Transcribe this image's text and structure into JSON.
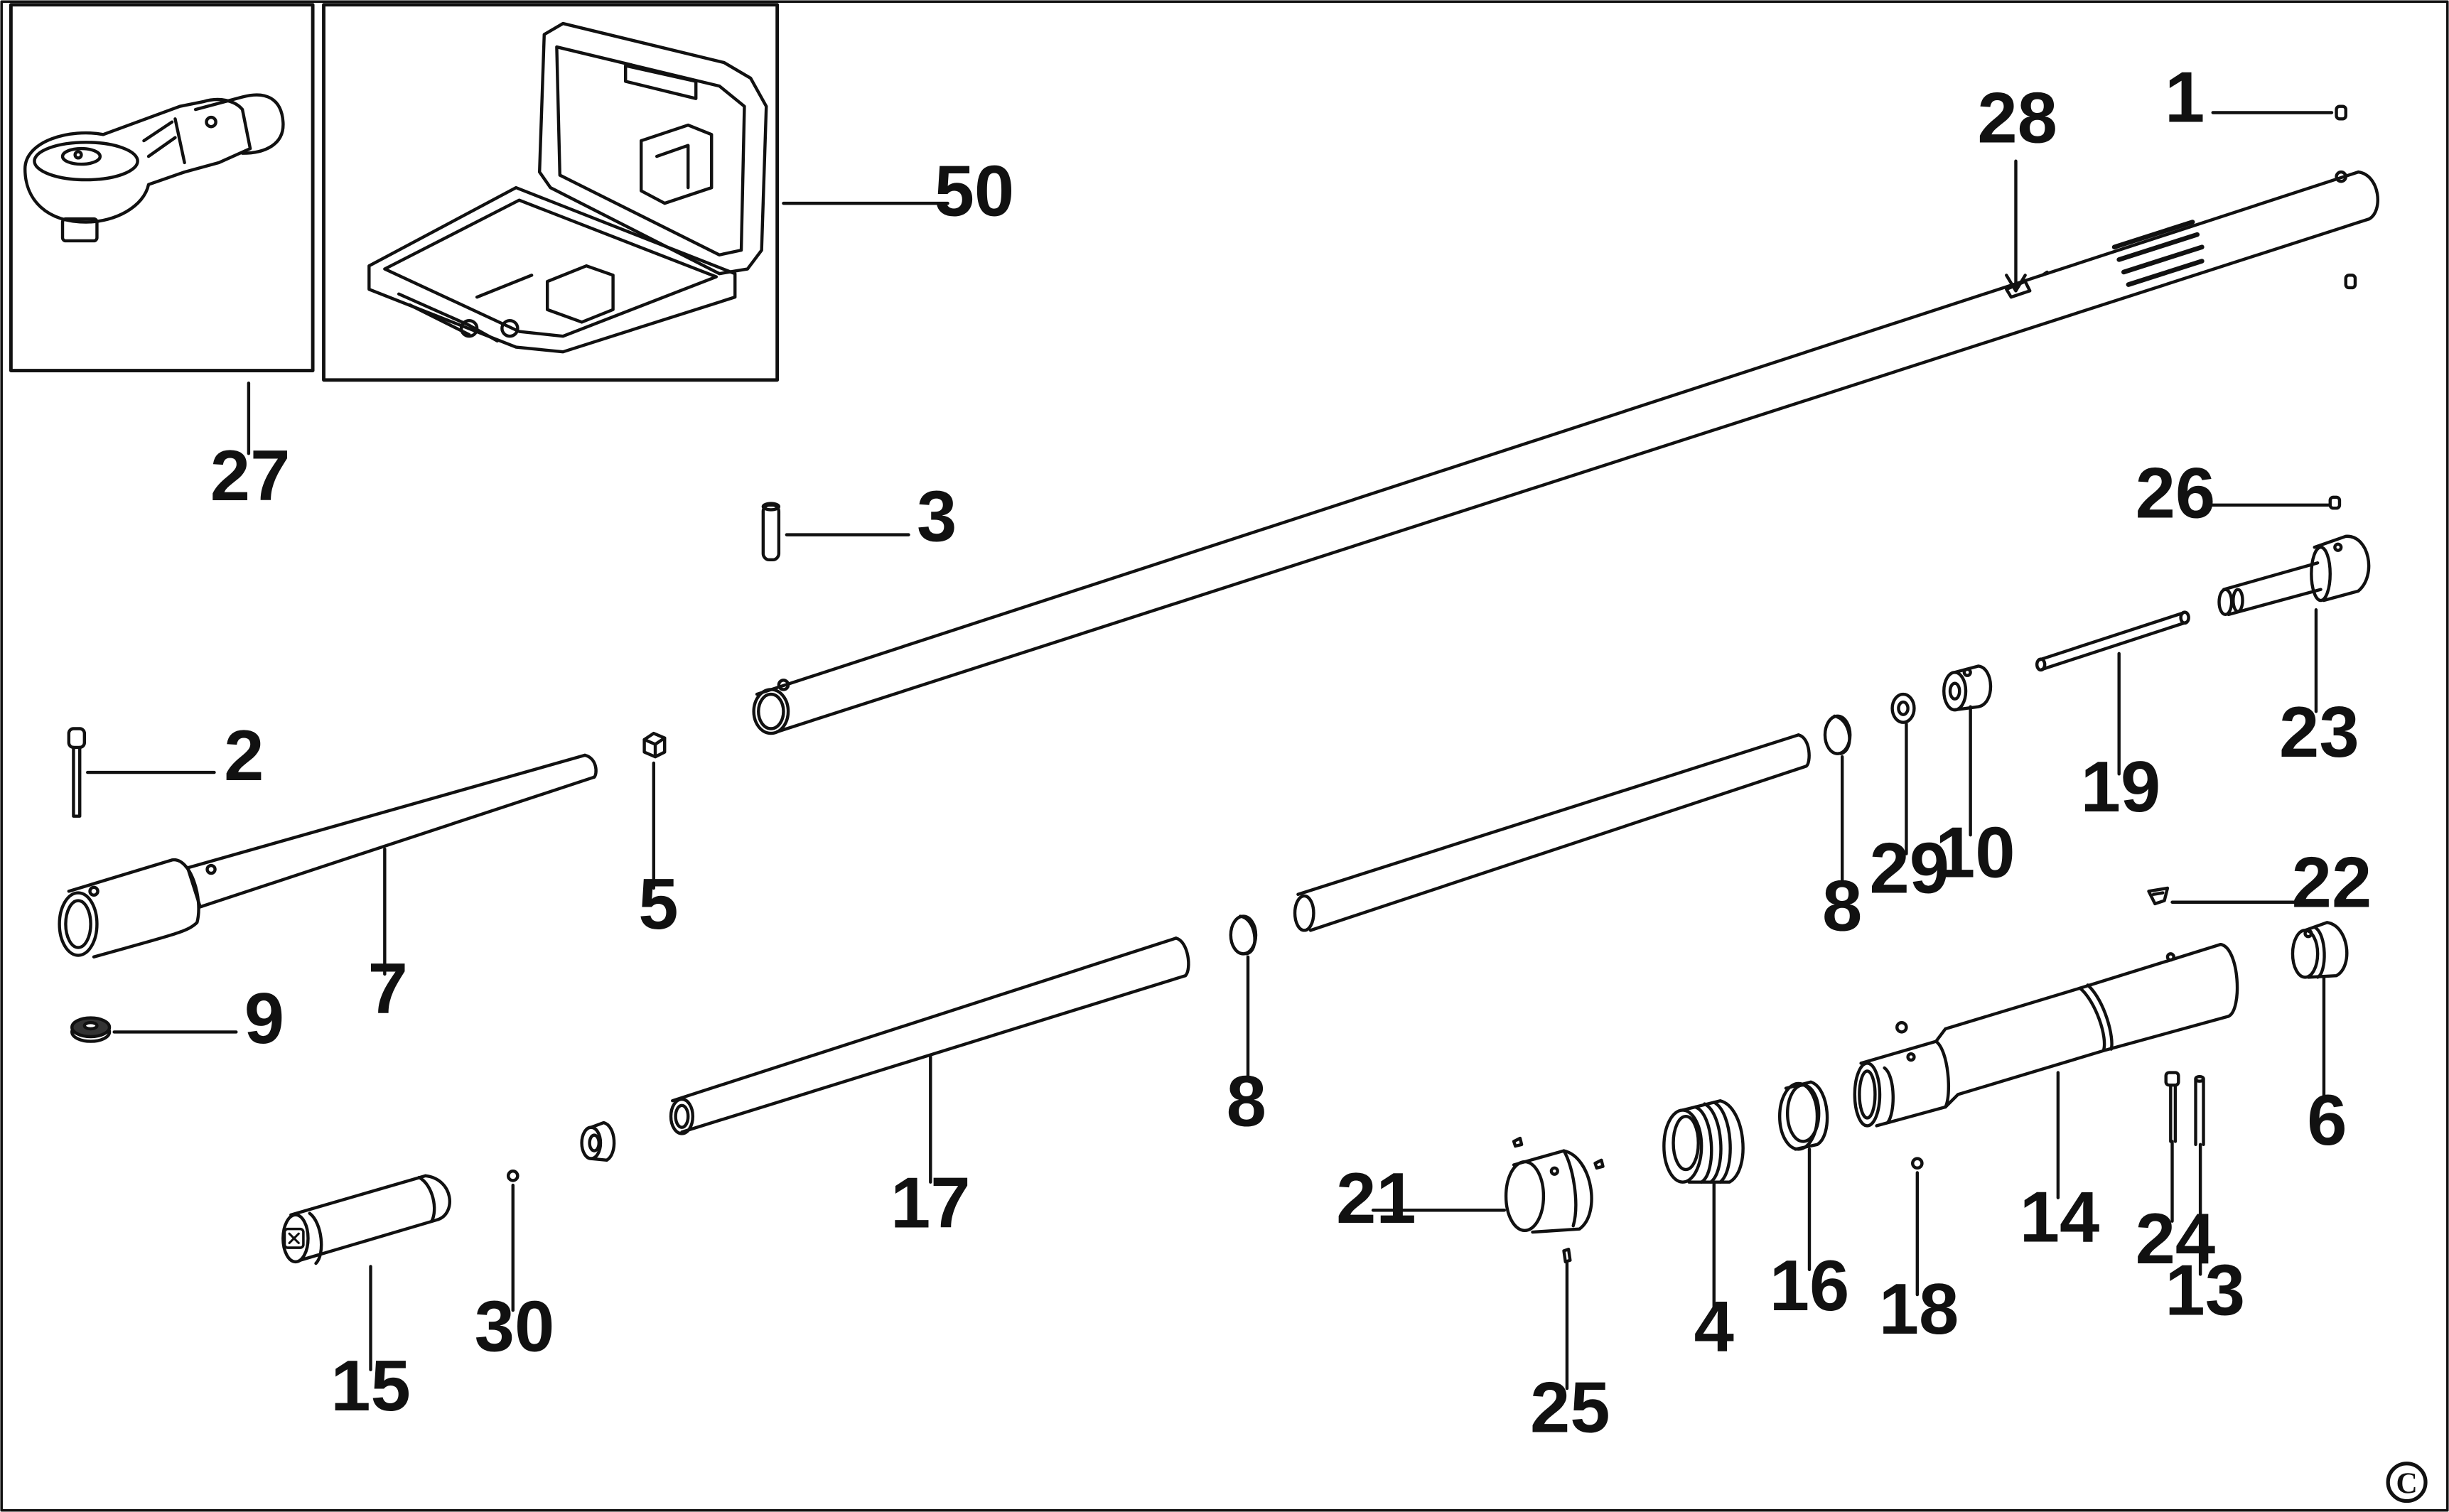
{
  "diagram": {
    "ink_color": "#111111",
    "background_color": "#ffffff",
    "copyright_symbol": "C",
    "part_numbers": {
      "p1": "1",
      "p2": "2",
      "p3": "3",
      "p4": "4",
      "p5": "5",
      "p6": "6",
      "p7": "7",
      "p8a": "8",
      "p8b": "8",
      "p9": "9",
      "p10": "10",
      "p13": "13",
      "p14": "14",
      "p15": "15",
      "p16": "16",
      "p17": "17",
      "p18": "18",
      "p19": "19",
      "p21": "21",
      "p22": "22",
      "p23": "23",
      "p24": "24",
      "p25": "25",
      "p26": "26",
      "p27": "27",
      "p28": "28",
      "p29": "29",
      "p30": "30",
      "p50": "50"
    }
  }
}
